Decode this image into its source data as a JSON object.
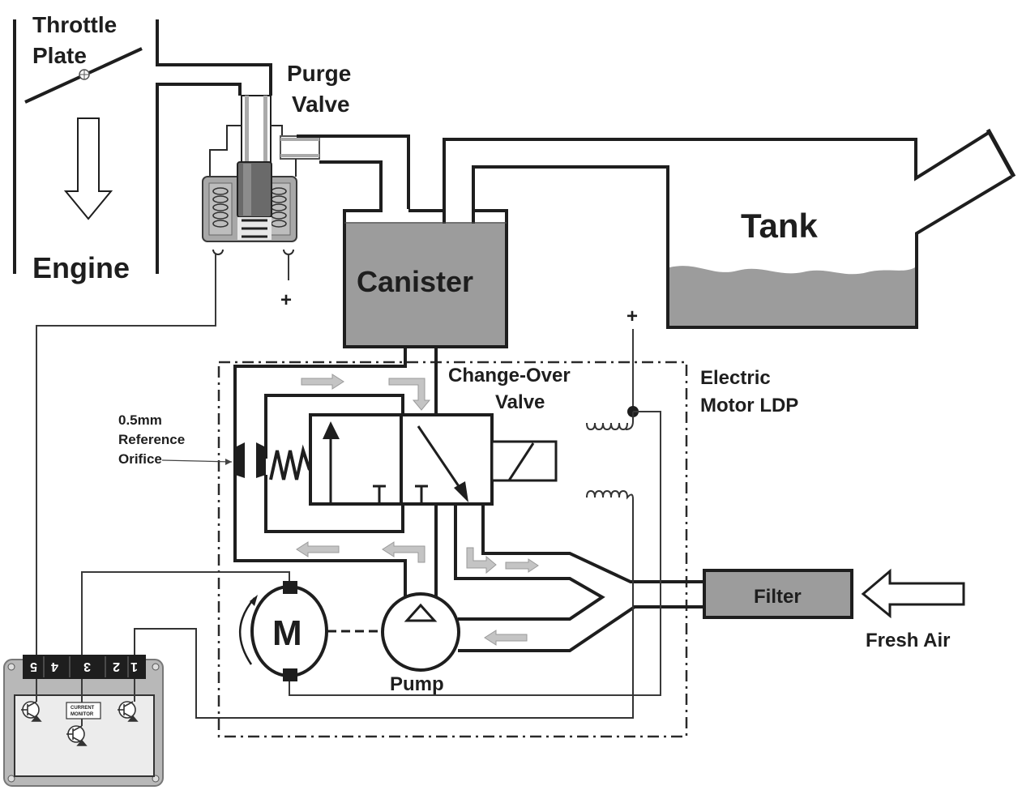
{
  "title": "Leak Detection Pump (LDP) evaporative emission system schematic",
  "labels": {
    "throttle_plate": [
      "Throttle",
      "Plate"
    ],
    "engine": "Engine",
    "purge_valve": [
      "Purge",
      "Valve"
    ],
    "purge_plus": "+",
    "canister": "Canister",
    "tank": "Tank",
    "change_over_valve": [
      "Change-Over",
      "Valve"
    ],
    "electric_motor": [
      "Electric",
      "Motor LDP"
    ],
    "ldp_plus": "+",
    "reference_orifice": [
      "0.5mm",
      "Reference",
      "Orifice"
    ],
    "motor": "M",
    "pump": "Pump",
    "filter": "Filter",
    "fresh_air": "Fresh Air",
    "current_monitor": [
      "CURRENT",
      "MONITOR"
    ]
  },
  "ecu": {
    "pins": [
      "5",
      "4",
      "3",
      "2",
      "1"
    ]
  },
  "colors": {
    "line": "#1e1e1e",
    "fill_gray": "#9c9c9c",
    "flow_arrow": "#c4c4c4",
    "ecu_body": "#b8b8b8",
    "ecu_panel": "#ececec",
    "pin_block": "#1e1e1e"
  }
}
